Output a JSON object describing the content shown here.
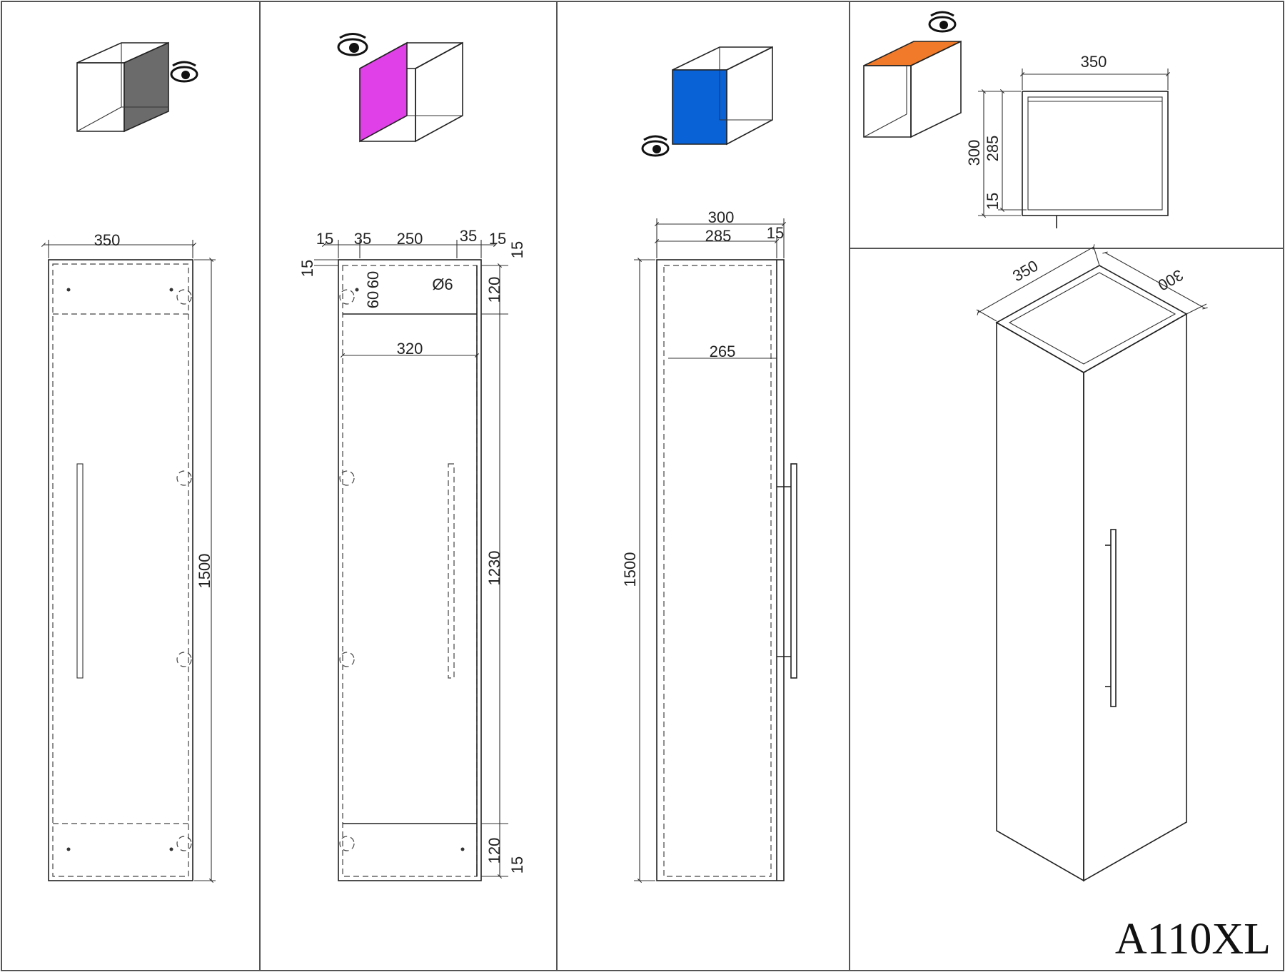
{
  "model_code": "A110XL",
  "colors": {
    "back_panel": "#6b6b6b",
    "side_panel": "#e040e8",
    "front_panel": "#0a63d6",
    "top_panel": "#f07a2a",
    "line": "#222222"
  },
  "icons": [
    "eye-icon"
  ],
  "views": {
    "front": {
      "width": "350",
      "height": "1500"
    },
    "back": {
      "top_dims": [
        "15",
        "35",
        "250",
        "35",
        "15"
      ],
      "edge_left": "15",
      "edge_right": "15",
      "hole_a": "60",
      "hole_b": "60",
      "hole_diameter": "Ø6",
      "top_gap": "120",
      "inner_width": "320",
      "inner_height": "1230",
      "bottom_gap": "120",
      "bottom_edge": "15"
    },
    "side": {
      "depth": "300",
      "inner_depth": "285",
      "door": "15",
      "inner_width": "265",
      "height": "1500"
    },
    "top": {
      "width": "350",
      "depth": "300",
      "inner_depth": "285",
      "bottom": "15"
    },
    "iso": {
      "width": "350",
      "depth": "300"
    }
  }
}
